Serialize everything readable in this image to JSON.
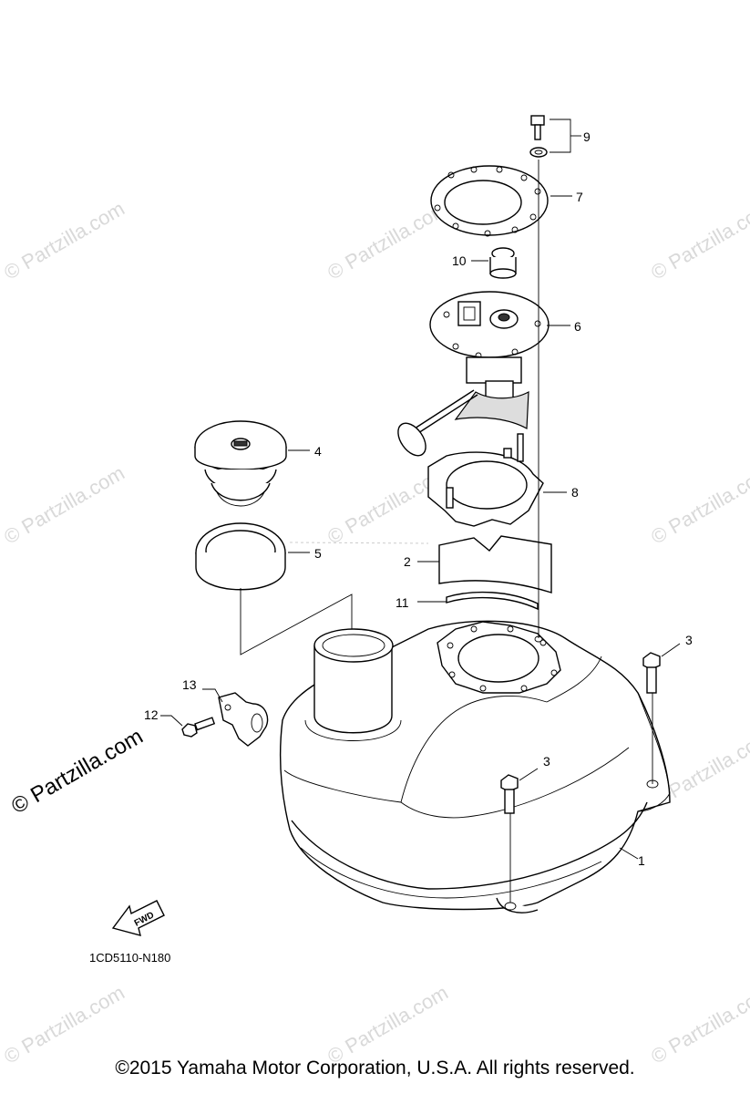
{
  "watermark": {
    "text": "© Partzilla.com",
    "side_text": "© Partzilla.com"
  },
  "callouts": [
    {
      "id": "9",
      "label": "9"
    },
    {
      "id": "7",
      "label": "7"
    },
    {
      "id": "10",
      "label": "10"
    },
    {
      "id": "6",
      "label": "6"
    },
    {
      "id": "4",
      "label": "4"
    },
    {
      "id": "8",
      "label": "8"
    },
    {
      "id": "5",
      "label": "5"
    },
    {
      "id": "2",
      "label": "2"
    },
    {
      "id": "11",
      "label": "11"
    },
    {
      "id": "3a",
      "label": "3"
    },
    {
      "id": "13",
      "label": "13"
    },
    {
      "id": "12",
      "label": "12"
    },
    {
      "id": "3b",
      "label": "3"
    },
    {
      "id": "1",
      "label": "1"
    }
  ],
  "fwd_label": "FWD",
  "diagram_code": "1CD5110-N180",
  "copyright": "©2015  Yamaha Motor Corporation, U.S.A. All rights reserved."
}
